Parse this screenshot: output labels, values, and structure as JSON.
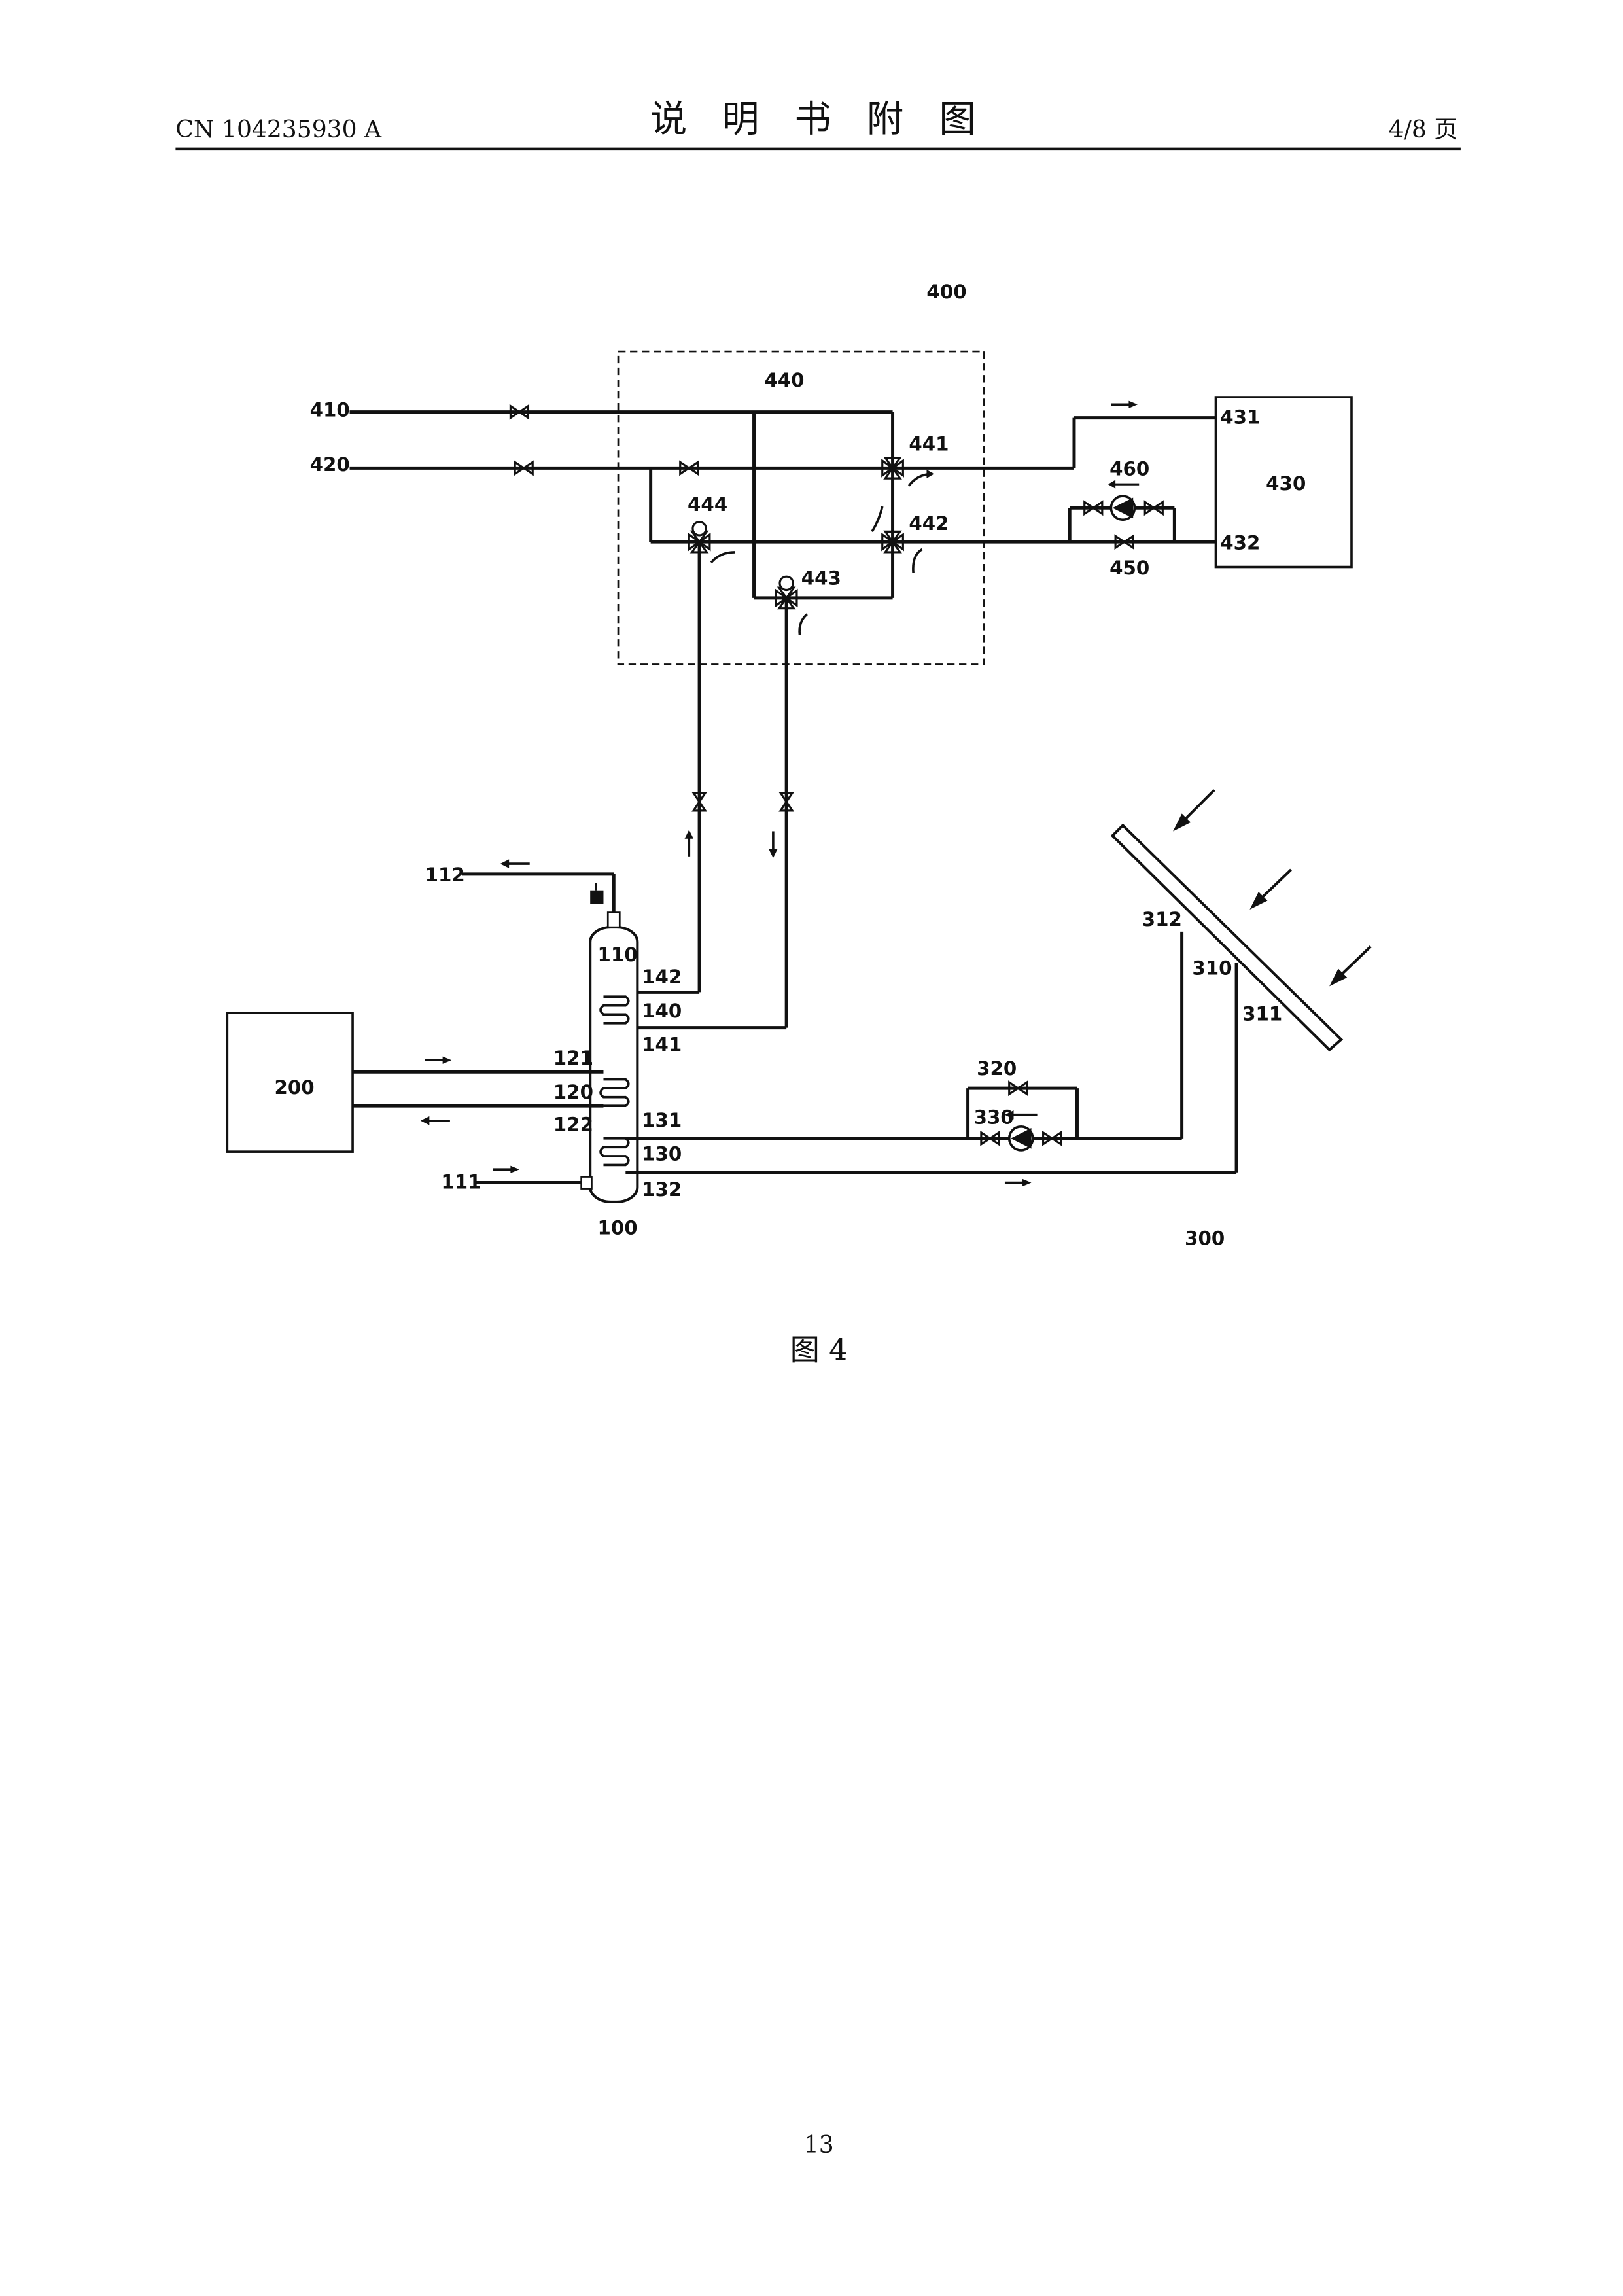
{
  "header": {
    "doc_number": "CN 104235930 A",
    "title": "说 明 书 附 图",
    "page_of": "4/8 页"
  },
  "figure": {
    "caption": "图 4",
    "labels": {
      "sys400": "400",
      "sub440": "440",
      "in410": "410",
      "in420": "420",
      "v441": "441",
      "v442": "442",
      "v443": "443",
      "v444": "444",
      "p460": "460",
      "b450": "450",
      "unit430": "430",
      "port431": "431",
      "port432": "432",
      "out112": "112",
      "in111": "111",
      "tank100": "100",
      "top110": "110",
      "c140": "140",
      "c141": "141",
      "c142": "142",
      "c120": "120",
      "c121": "121",
      "c122": "122",
      "c130": "130",
      "c131": "131",
      "c132": "132",
      "unit200": "200",
      "sys300": "300",
      "panel310": "310",
      "panel311": "311",
      "panel312": "312",
      "b320": "320",
      "p330": "330"
    }
  },
  "footer": {
    "page_number": "13"
  }
}
